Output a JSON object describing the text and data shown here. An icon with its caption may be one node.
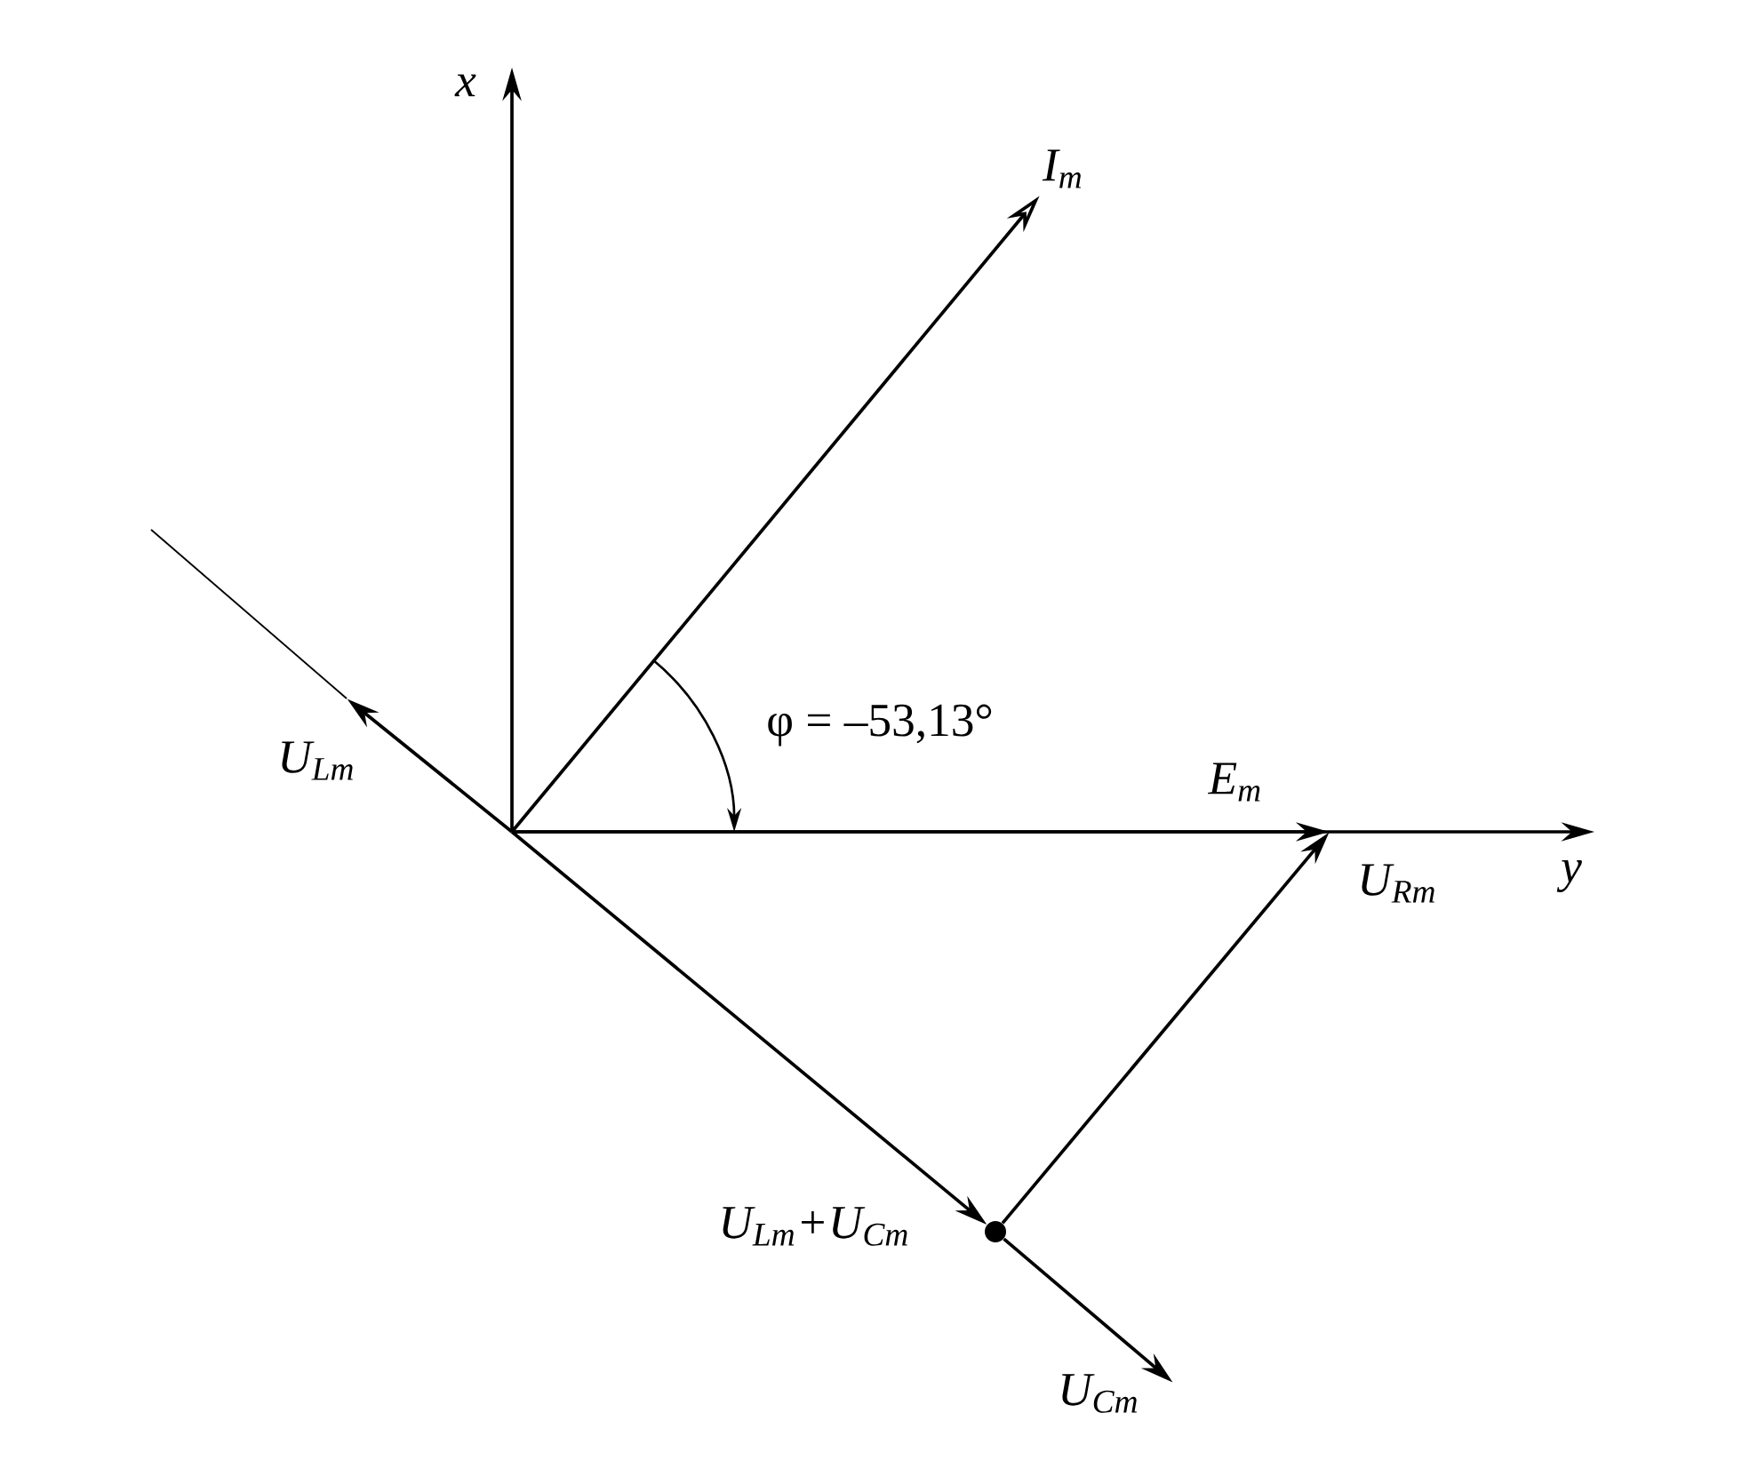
{
  "diagram": {
    "nodes": [
      {
        "text": [
          "I$_{m}$"
        ]
      },
      {
        "text": [
          "E$_{m}$"
        ]
      },
      {
        "text": [
          "U$_{Lm}$"
        ]
      },
      {
        "text": [
          "U$_{Lm}$+U$_{Cm}$"
        ]
      },
      {
        "text": [
          "U$_{Cm}$"
        ]
      }
    ],
    "edges": [
      {
        "from": null,
        "to": 0,
        "arrow": "to"
      },
      {
        "from": null,
        "to": 1,
        "arrow": "to"
      },
      {
        "from": null,
        "to": 2,
        "arrow": "to"
      },
      {
        "from": null,
        "to": 3,
        "arrow": "to"
      },
      {
        "from": 3,
        "to": 4,
        "arrow": "to"
      },
      {
        "from": 3,
        "to": 1,
        "arrow": "to",
        "label": "U$_{Rm}$"
      }
    ],
    "labels": [
      "x",
      "φ = –53,13°",
      "y"
    ]
  }
}
